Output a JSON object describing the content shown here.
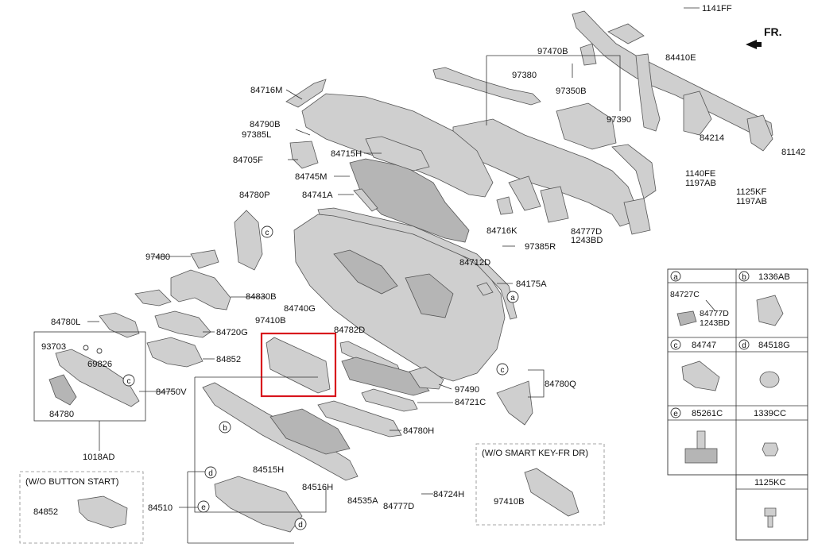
{
  "direction": "FR.",
  "labels": {
    "p1141FF": "1141FF",
    "p97470B": "97470B",
    "p84410E": "84410E",
    "p97380": "97380",
    "p97350B": "97350B",
    "p97390": "97390",
    "p84214": "84214",
    "p81142": "81142",
    "p1140FE": "1140FE",
    "p1197AB_a": "1197AB",
    "p1125KF": "1125KF",
    "p1197AB_b": "1197AB",
    "p84716M": "84716M",
    "p84790B": "84790B",
    "p97385L": "97385L",
    "p84715H": "84715H",
    "p84705F": "84705F",
    "p84745M": "84745M",
    "p84741A": "84741A",
    "p84780P": "84780P",
    "p84716K": "84716K",
    "p84777D_top": "84777D",
    "p1243BD_top": "1243BD",
    "p97385R": "97385R",
    "p97480": "97480",
    "p84712D": "84712D",
    "p84175A": "84175A",
    "p84830B": "84830B",
    "p84740G": "84740G",
    "p84780L": "84780L",
    "p97410B": "97410B",
    "p84782D": "84782D",
    "p84720G": "84720G",
    "p93703": "93703",
    "p69826": "69826",
    "p84852": "84852",
    "p97490": "97490",
    "p84780Q": "84780Q",
    "p84721C": "84721C",
    "p84750V": "84750V",
    "p84780": "84780",
    "p84780H": "84780H",
    "p1018AD": "1018AD",
    "p84515H": "84515H",
    "p84516H": "84516H",
    "p84535A": "84535A",
    "p84777D_bot": "84777D",
    "p84724H": "84724H",
    "p84510": "84510",
    "p84852_b": "84852",
    "p97410B_b": "97410B"
  },
  "variants": {
    "no_button_start": "(W/O BUTTON START)",
    "no_smart_key": "(W/O SMART KEY-FR DR)"
  },
  "callouts": {
    "a": "a",
    "b": "b",
    "c": "c",
    "d": "d",
    "e": "e"
  },
  "legend": {
    "cells": [
      {
        "letter": "a",
        "part": "",
        "icon": "bracket-assembly-icon"
      },
      {
        "letter": "b",
        "part": "1336AB",
        "icon": "clip-icon"
      },
      {
        "letter": "c",
        "part": "84747",
        "icon": "retainer-clip-icon"
      },
      {
        "letter": "d",
        "part": "84518G",
        "icon": "bumper-icon"
      },
      {
        "letter": "e",
        "part": "85261C",
        "icon": "pad-icon"
      },
      {
        "letter": "",
        "part": "1339CC",
        "icon": "nut-icon"
      },
      {
        "letter": "",
        "part": "1125KC",
        "icon": "bolt-icon"
      }
    ],
    "a_sub": {
      "part1": "84727C",
      "part2": "84777D",
      "part3": "1243BD"
    }
  }
}
